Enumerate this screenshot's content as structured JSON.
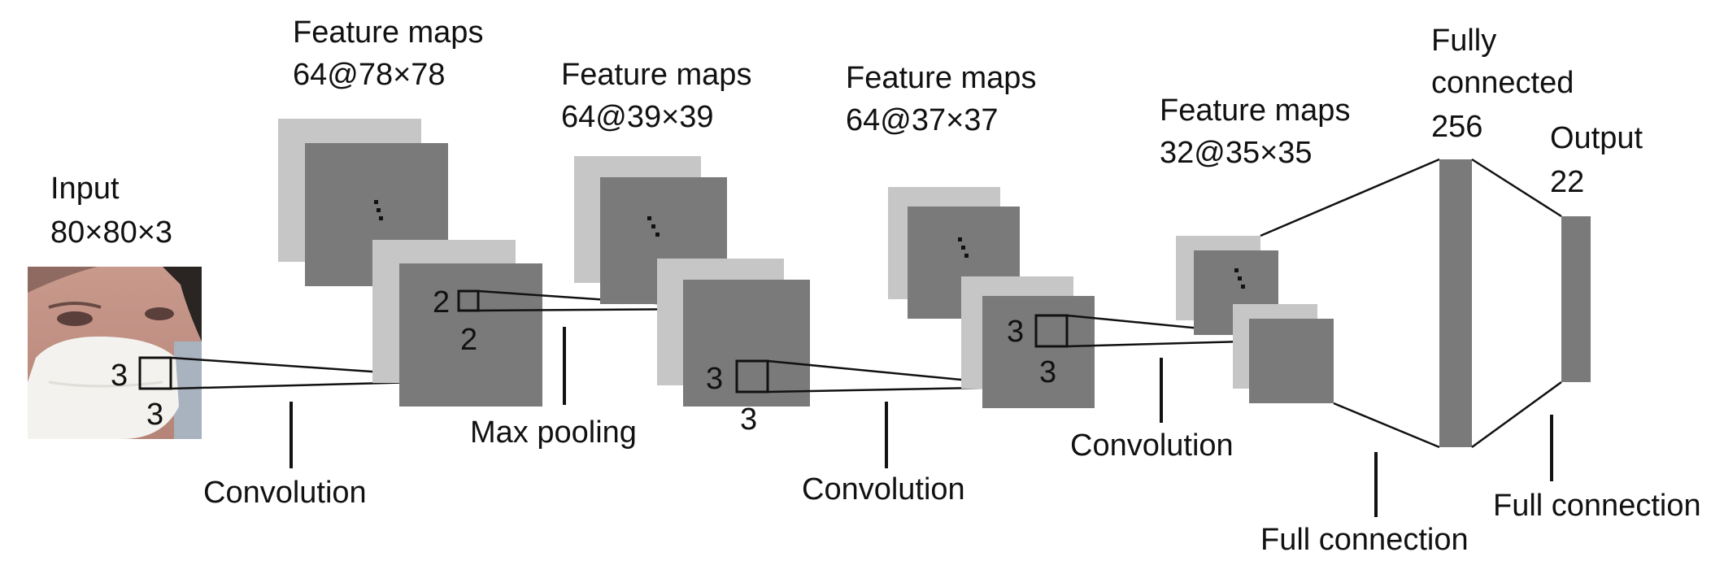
{
  "input": {
    "title": "Input",
    "size": "80×80×3",
    "kernel_w": "3",
    "kernel_h": "3"
  },
  "layers": [
    {
      "title": "Feature maps",
      "size": "64@78×78",
      "kernel_w": "2",
      "kernel_h": "2"
    },
    {
      "title": "Feature maps",
      "size": "64@39×39",
      "kernel_w": "3",
      "kernel_h": "3"
    },
    {
      "title": "Feature maps",
      "size": "64@37×37",
      "kernel_w": "3",
      "kernel_h": "3"
    },
    {
      "title": "Feature maps",
      "size": "32@35×35"
    }
  ],
  "fully_connected": {
    "title_line1": "Fully",
    "title_line2": "connected",
    "size": "256"
  },
  "output": {
    "title": "Output",
    "size": "22"
  },
  "operations": {
    "conv1": "Convolution",
    "pool": "Max pooling",
    "conv2": "Convolution",
    "conv3": "Convolution",
    "full1": "Full connection",
    "full2": "Full connection"
  },
  "colors": {
    "map_light": "#c6c6c6",
    "map_dark": "#7a7a7a",
    "line": "#111111"
  }
}
